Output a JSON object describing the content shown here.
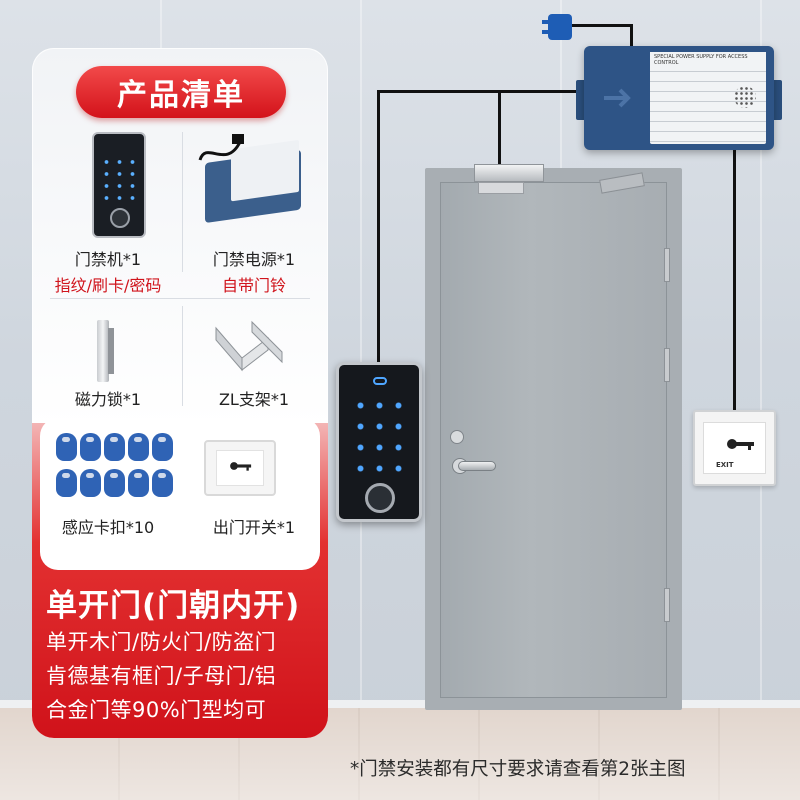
{
  "title": "产品清单",
  "items": [
    {
      "name": "门禁机*1",
      "sub": "指纹/刷卡/密码"
    },
    {
      "name": "门禁电源*1",
      "sub": "自带门铃"
    },
    {
      "name": "磁力锁*1",
      "sub": ""
    },
    {
      "name": "ZL支架*1",
      "sub": ""
    },
    {
      "name": "感应卡扣*10",
      "sub": ""
    },
    {
      "name": "出门开关*1",
      "sub": ""
    }
  ],
  "door_type": {
    "title": "单开门(门朝内开)",
    "lines": [
      "单开木门/防火门/防盗门",
      "肯德基有框门/子母门/铝",
      "合金门等90%门型均可"
    ]
  },
  "footnote": "*门禁安装都有尺寸要求请查看第2张主图",
  "psu_label": "SPECIAL POWER SUPPLY FOR ACCESS CONTROL",
  "exit_label": "EXIT",
  "icons": [
    "power-plug-icon",
    "key-icon",
    "fingerprint-icon"
  ],
  "colors": {
    "accent_red": "#d3121a",
    "psu_blue": "#2e5486",
    "keypad_led": "#4fa6ff"
  }
}
